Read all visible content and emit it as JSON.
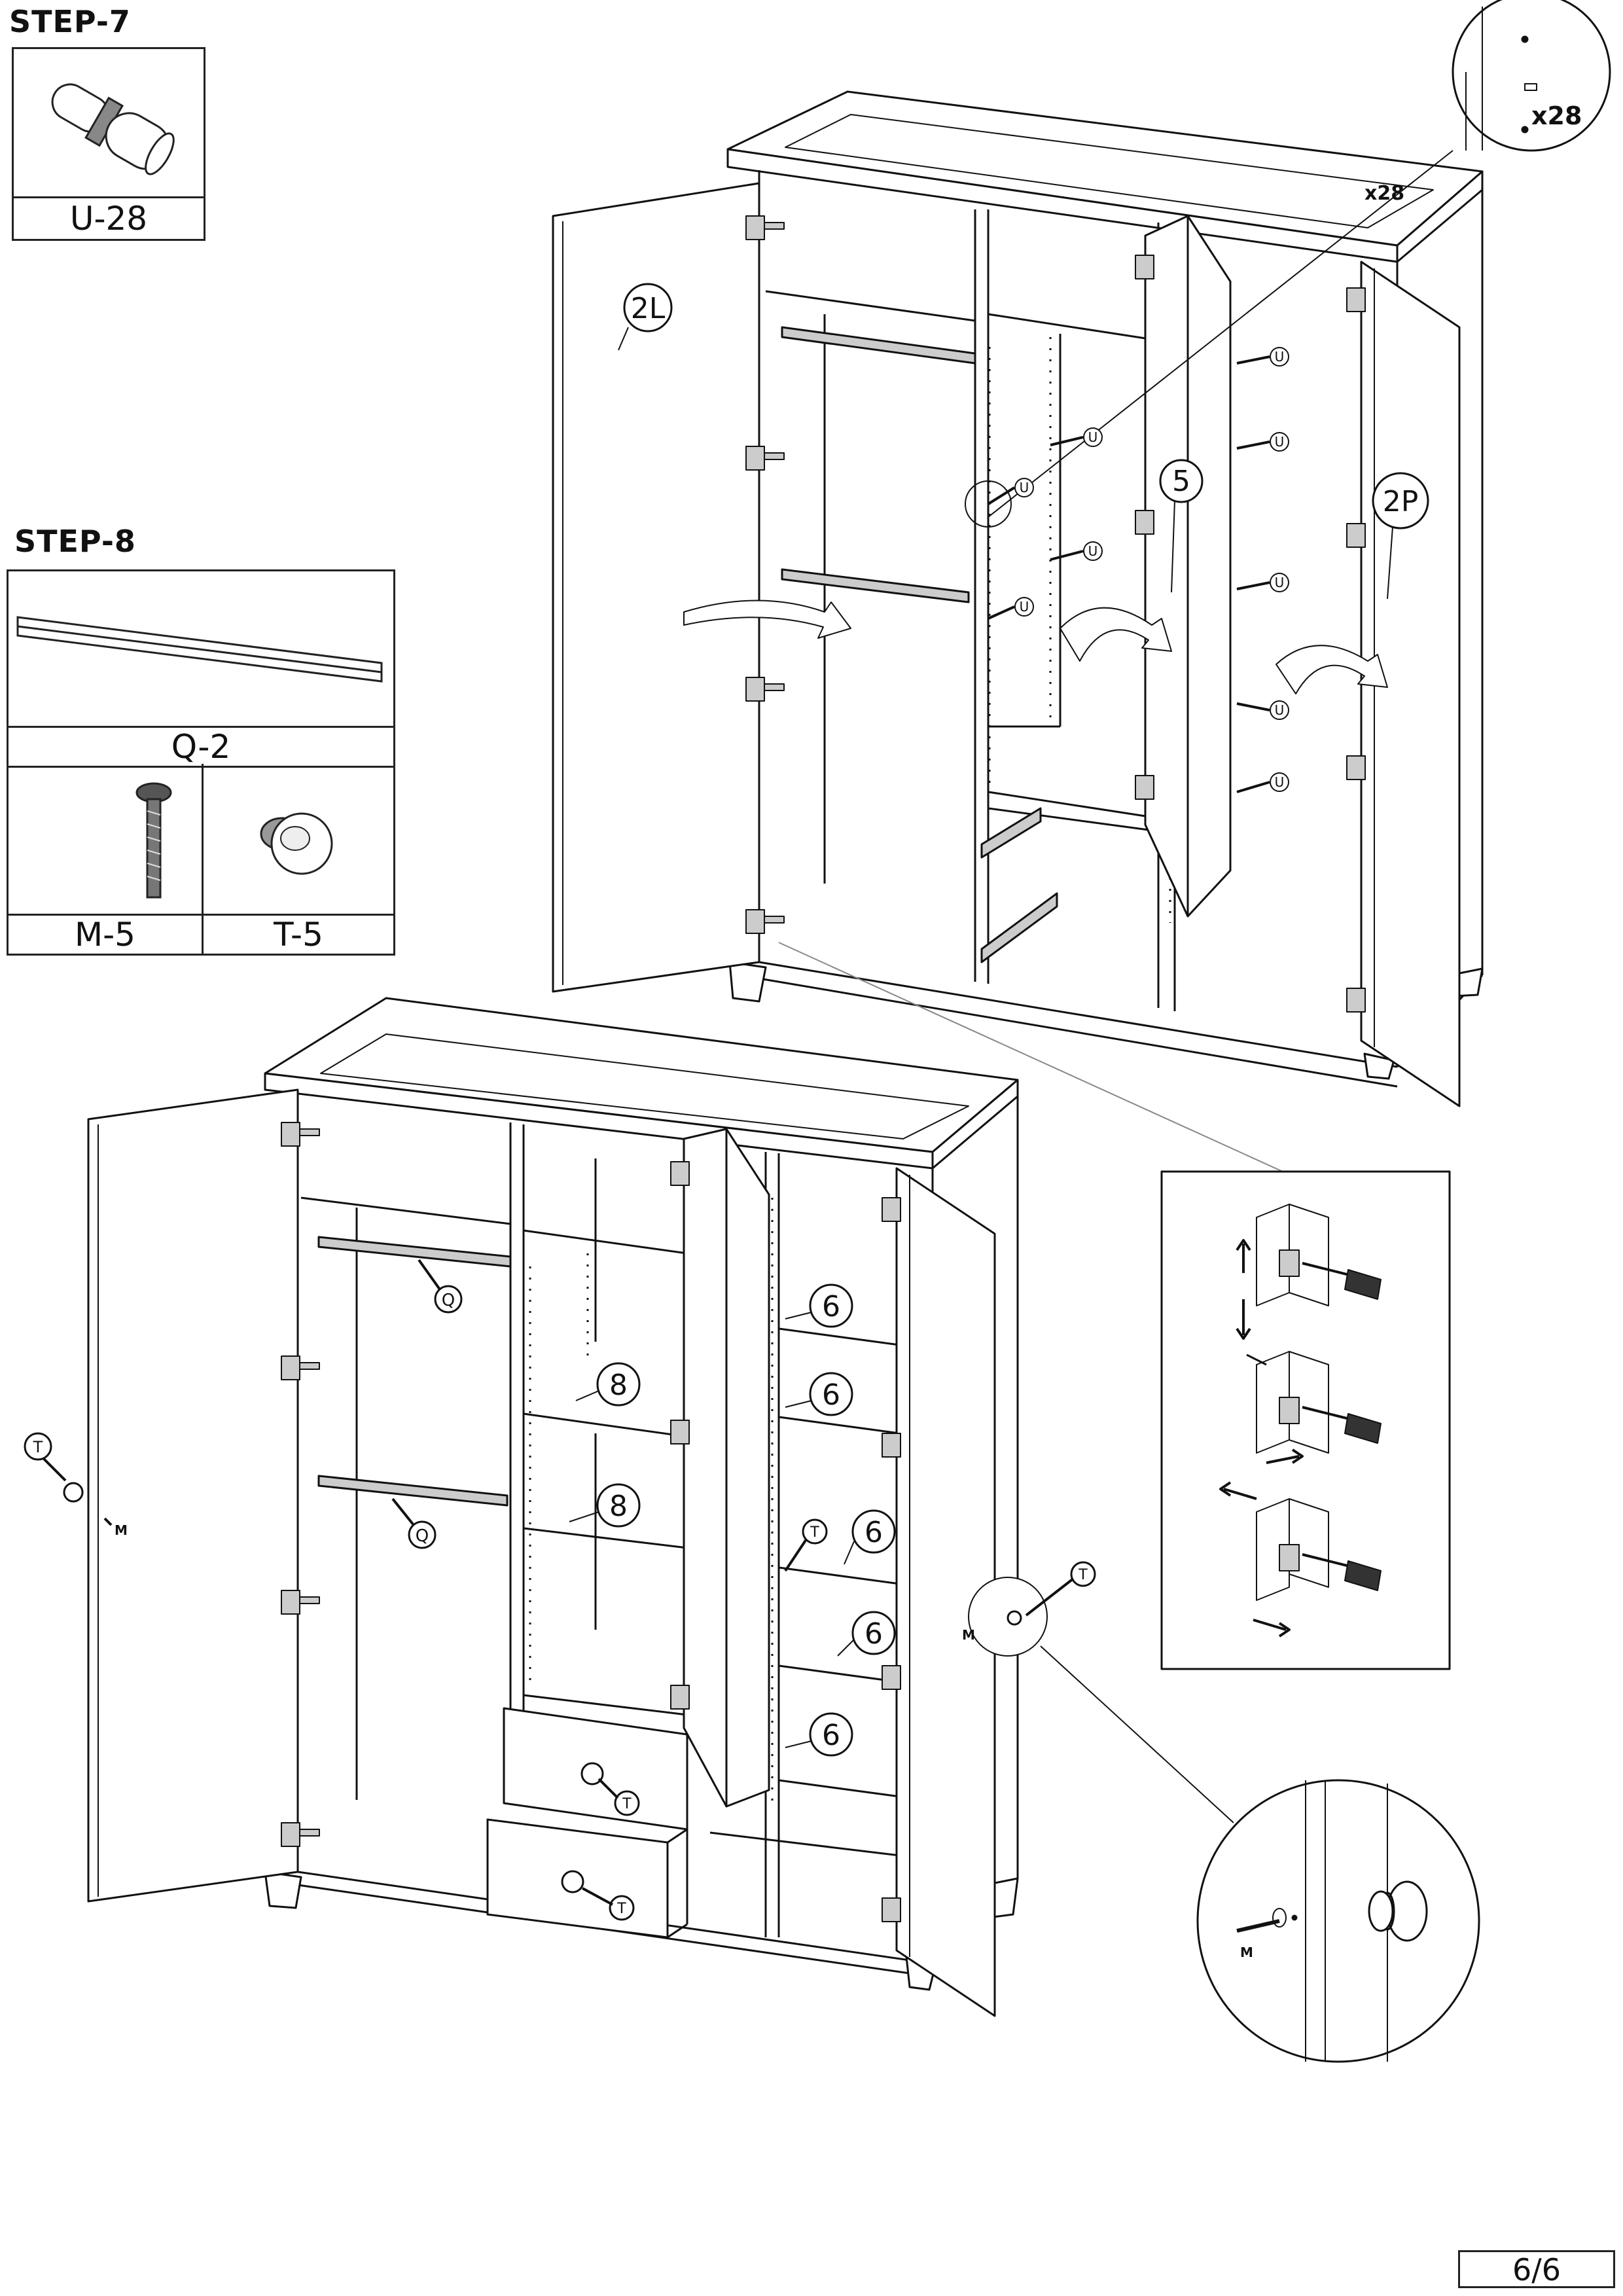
{
  "step7": {
    "title": "STEP-7",
    "part": "U-28"
  },
  "step8": {
    "title": "STEP-8",
    "parts": {
      "rod": "Q-2",
      "screw": "M-5",
      "knob": "T-5"
    }
  },
  "callouts": {
    "multiplier": "x28",
    "door_left": "2L",
    "door_middle": "5",
    "door_right": "2P",
    "pin": "U",
    "rod": "Q",
    "knob": "T",
    "screw": "M",
    "shelf_side": "6",
    "shelf_mid": "8"
  },
  "page": {
    "number": "6/6"
  }
}
